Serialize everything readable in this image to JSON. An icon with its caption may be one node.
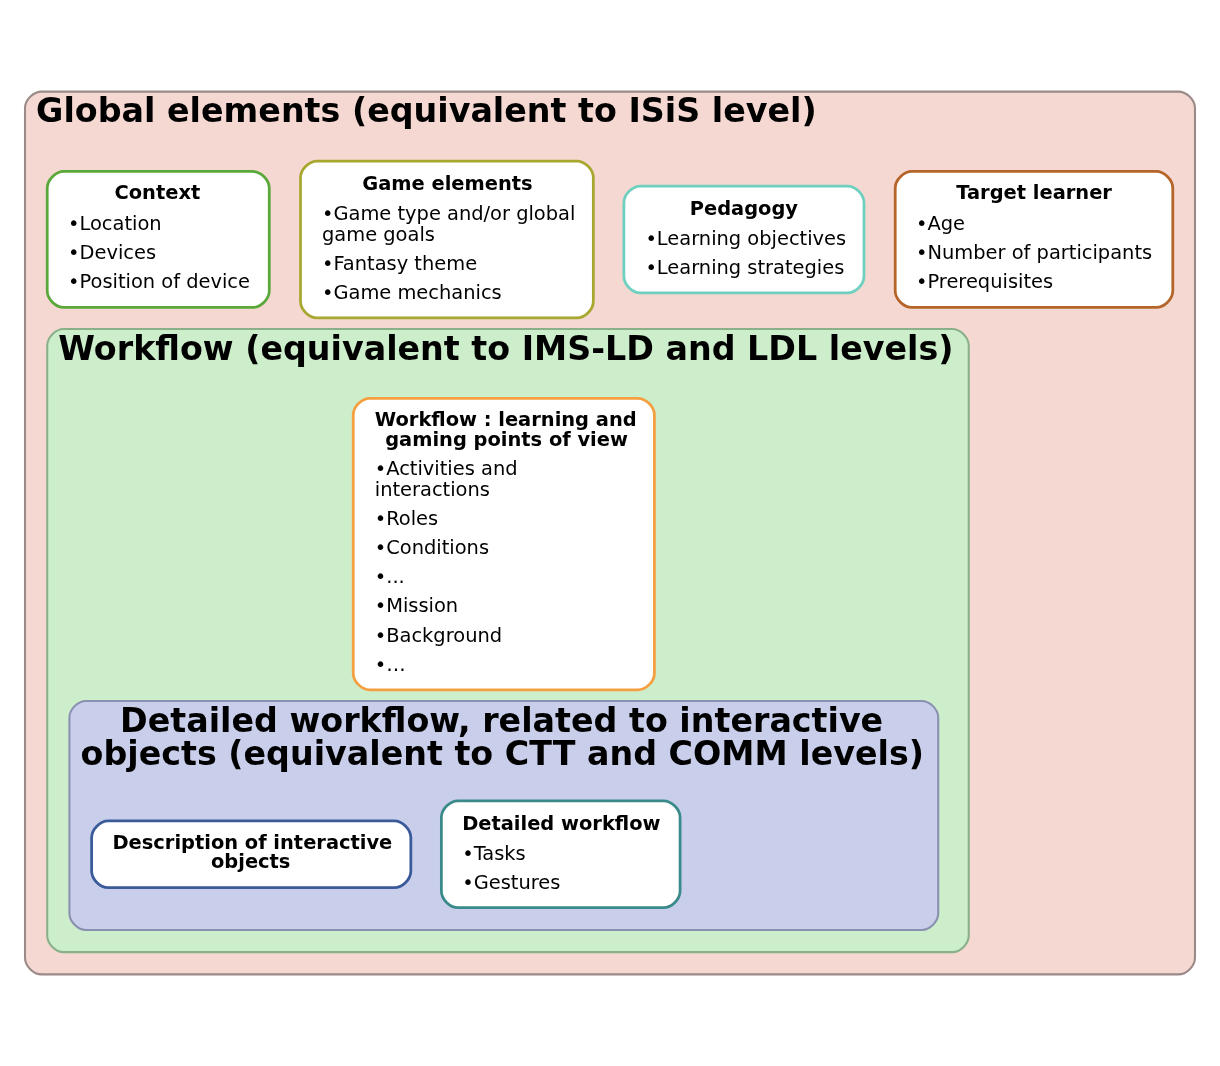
{
  "diagram": {
    "nodes": [
      {
        "text": [
          "Global elements (equivalent to ISiS level)"
        ]
      },
      {
        "text": [
          "Target learner",
          "•Age",
          "•Number of participants",
          "•Prerequisites"
        ],
        "in": 0
      },
      {
        "text": [
          "Pedagogy",
          "•Learning objectives",
          "•Learning strategies"
        ],
        "in": 0
      },
      {
        "text": [
          "Game elements",
          "•Game type and/or global game goals",
          "•Fantasy theme",
          "•Game mechanics"
        ],
        "in": 0
      },
      {
        "text": [
          "Context",
          "•Location",
          "•Devices",
          "•Position of device"
        ],
        "in": 0
      },
      {
        "text": [
          "Workflow (equivalent to IMS-LD and LDL levels)"
        ],
        "in": 0
      },
      {
        "text": [
          "Workflow : learning and gaming points of view",
          "•Activities and interactions",
          "•Roles",
          "•Conditions",
          "•...",
          "•Mission",
          "•Background",
          "•…"
        ],
        "in": 5
      },
      {
        "text": [
          "Detailed workflow, related to interactive objects (equivalent to CTT and COMM levels)"
        ],
        "in": 5
      },
      {
        "text": [
          "Detailed workflow",
          "•Tasks",
          "•Gestures"
        ],
        "in": 7
      },
      {
        "text": [
          "Description of interactive objects"
        ],
        "in": 7
      }
    ]
  }
}
